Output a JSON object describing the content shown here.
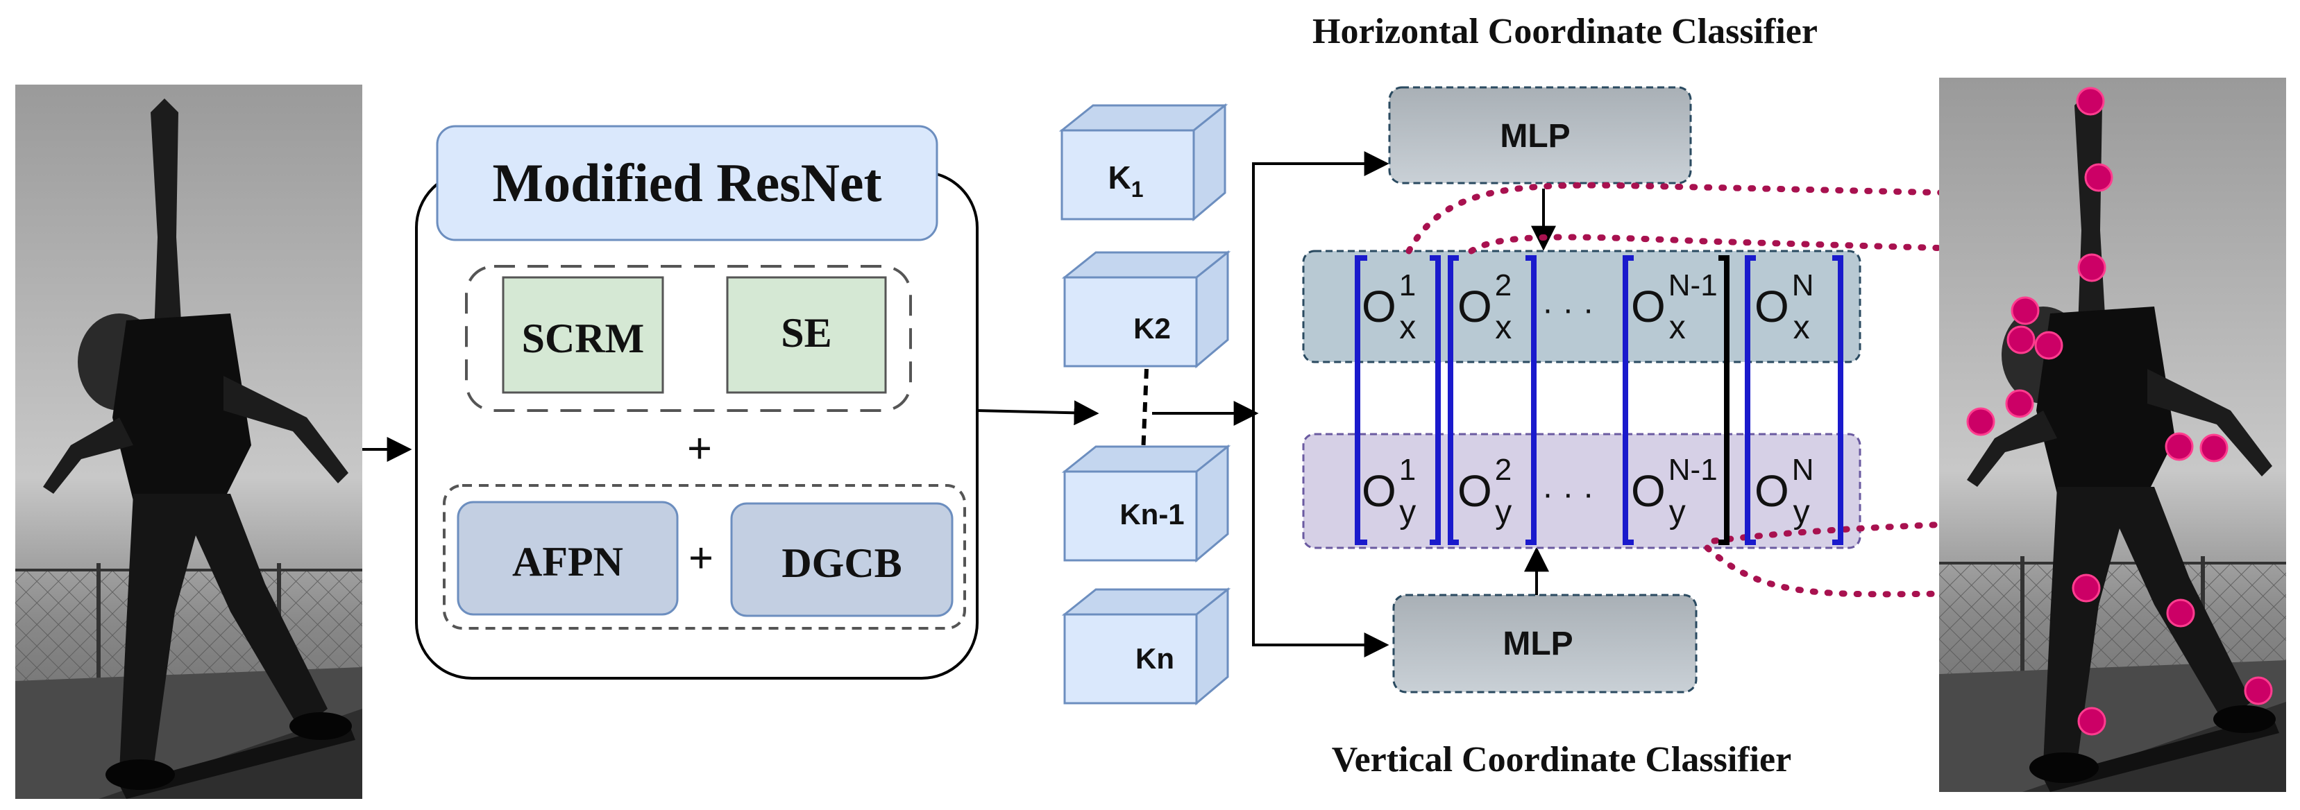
{
  "titles": {
    "top": "Horizontal Coordinate Classifier",
    "bottom": "Vertical Coordinate Classifier"
  },
  "backbone": {
    "title": "Modified ResNet",
    "modules_top": [
      "SCRM",
      "SE"
    ],
    "plus": "+",
    "modules_bottom": [
      "AFPN",
      "DGCB"
    ]
  },
  "kernels": {
    "k1": {
      "base": "K",
      "sub": "1"
    },
    "k2": "K2",
    "kn1": "Kn-1",
    "kn": "Kn"
  },
  "mlp": {
    "top": "MLP",
    "bottom": "MLP"
  },
  "outputs": {
    "x_row": [
      {
        "base": "O",
        "sup": "1",
        "sub": "x"
      },
      {
        "base": "O",
        "sup": "2",
        "sub": "x"
      },
      {
        "base": "O",
        "sup": "N-1",
        "sub": "x"
      },
      {
        "base": "O",
        "sup": "N",
        "sub": "x"
      }
    ],
    "y_row": [
      {
        "base": "O",
        "sup": "1",
        "sub": "y"
      },
      {
        "base": "O",
        "sup": "2",
        "sub": "y"
      },
      {
        "base": "O",
        "sup": "N-1",
        "sub": "y"
      },
      {
        "base": "O",
        "sup": "N",
        "sub": "y"
      }
    ],
    "ellipsis": "· · ·"
  },
  "colors": {
    "backbone_header": "#dae8fc",
    "backbone_header_border": "#6c8ebf",
    "green_module": "#d5e8d4",
    "green_border": "#555555",
    "slate_module": "#c3cfe2",
    "slate_border": "#6c8ebf",
    "kernel_front": "#dae8fc",
    "kernel_border": "#6c8ebf",
    "mlp_fill": "#b9c0c6",
    "x_row_fill": "#b8c9d3",
    "y_row_fill": "#d6d0e6",
    "bracket_blue": "#1a1acc",
    "keypoint": "#cc0066",
    "dotted_link": "#a8114f"
  }
}
